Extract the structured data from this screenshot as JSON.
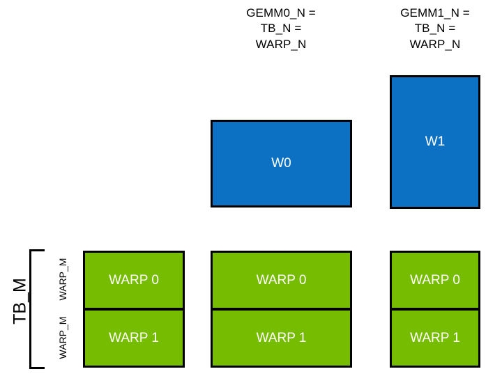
{
  "diagram": {
    "title_columns": [
      {
        "id": "gemm0",
        "caption": "GEMM0_N =\nTB_N =\nWARP_N"
      },
      {
        "id": "gemm1",
        "caption": "GEMM1_N =\nTB_N =\nWARP_N"
      }
    ],
    "warp_tiles": [
      {
        "id": "w0",
        "label": "W0",
        "color": "#0C71C3"
      },
      {
        "id": "w1",
        "label": "W1",
        "color": "#0D72C4"
      }
    ],
    "warp_rows": {
      "color": "#76BC00",
      "border_color": "#000000",
      "columns": [
        {
          "id": "col0",
          "cells": [
            {
              "label": "WARP 0"
            },
            {
              "label": "WARP 1"
            }
          ]
        },
        {
          "id": "col1",
          "cells": [
            {
              "label": "WARP 0"
            },
            {
              "label": "WARP 1"
            }
          ]
        },
        {
          "id": "col2",
          "cells": [
            {
              "label": "WARP 0"
            },
            {
              "label": "WARP 1"
            }
          ]
        }
      ]
    },
    "axis_labels": {
      "tb_m": "TB_M",
      "warp_m_upper": "WARP_M",
      "warp_m_lower": "WARP_M"
    },
    "colors": {
      "blue": "#0C71C3",
      "green": "#76BC00",
      "border": "#000000",
      "text_on_fill": "#FFFFFF",
      "text": "#000000",
      "background": "#FFFFFF"
    }
  }
}
